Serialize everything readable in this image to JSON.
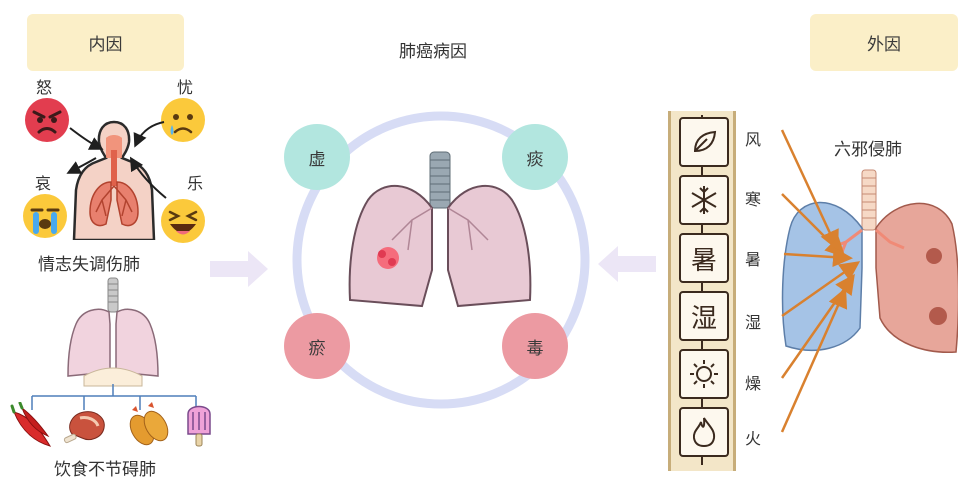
{
  "title": "肺癌病因",
  "internal": {
    "tag": "内因",
    "emotions": [
      "怒",
      "忧",
      "哀",
      "乐"
    ],
    "emotion_caption": "情志失调伤肺",
    "diet_caption": "饮食不节碍肺"
  },
  "external": {
    "tag": "外因",
    "scroll_glyphs": [
      "暑",
      "湿"
    ],
    "evils": [
      "风",
      "寒",
      "暑",
      "湿",
      "燥",
      "火"
    ],
    "caption": "六邪侵肺"
  },
  "center": {
    "nodes": [
      "虚",
      "痰",
      "瘀",
      "毒"
    ]
  },
  "colors": {
    "tag_bg": "#fbefc8",
    "node_teal": "#b2e6df",
    "node_pink": "#ec9aa2",
    "ring": "#d7dcf5",
    "arrow": "#ece6f6",
    "evil_arrow": "#d9812f"
  },
  "icons": {
    "emotions": [
      "angry-face-icon",
      "worried-face-icon",
      "crying-face-icon",
      "laughing-face-icon"
    ],
    "foods": [
      "chili-pepper-icon",
      "meat-icon",
      "fried-shrimp-icon",
      "popsicle-icon"
    ],
    "scroll": [
      "leaf-icon",
      "snowflake-icon",
      "sun-icon",
      "fire-icon"
    ]
  }
}
